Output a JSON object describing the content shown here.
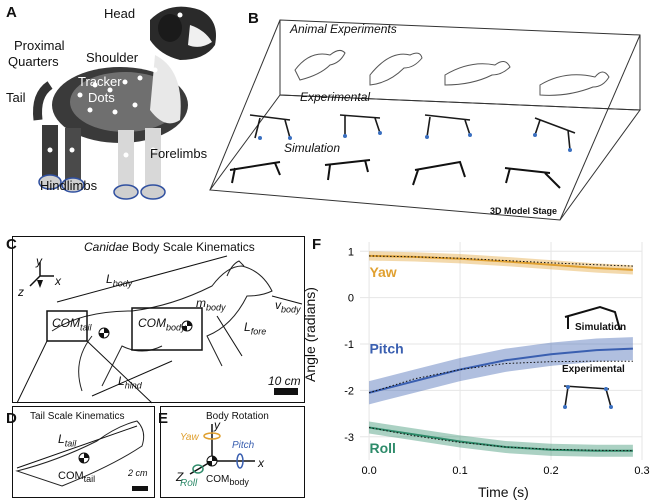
{
  "panel_a": {
    "letter": "A",
    "labels": {
      "head": "Head",
      "proximal": "Proximal",
      "quarters": "Quarters",
      "shoulder": "Shoulder",
      "tracker": "Tracker",
      "dots": "Dots",
      "tail": "Tail",
      "forelimbs": "Forelimbs",
      "hindlimbs": "Hindlimbs"
    }
  },
  "panel_b": {
    "letter": "B",
    "rows": {
      "animal": "Animal Experiments",
      "experimental": "Experimental",
      "simulation": "Simulation"
    },
    "stage": "3D Model Stage"
  },
  "panel_c": {
    "letter": "C",
    "title_italic": "Canidae",
    "title_rest": " Body Scale Kinematics",
    "axes": {
      "y": "y",
      "z": "z",
      "x": "x"
    },
    "l_body": "L",
    "l_body_sub": "body",
    "m_body": "m",
    "m_body_sub": "body",
    "v_body": "v",
    "v_body_sub": "body",
    "com_tail": "COM",
    "com_tail_sub": "tail",
    "com_body": "COM",
    "com_body_sub": "body",
    "l_fore": "L",
    "l_fore_sub": "fore",
    "l_hind": "L",
    "l_hind_sub": "hind",
    "scale": "10 cm"
  },
  "panel_d": {
    "letter": "D",
    "title": "Tail Scale Kinematics",
    "l_tail": "L",
    "l_tail_sub": "tail",
    "com": "COM",
    "com_sub": "tail",
    "scale": "2 cm"
  },
  "panel_e": {
    "letter": "E",
    "title": "Body Rotation",
    "y": "y",
    "x": "x",
    "z": "Z",
    "yaw": "Yaw",
    "pitch": "Pitch",
    "roll": "Roll",
    "com": "COM",
    "com_sub": "body"
  },
  "panel_f": {
    "letter": "F",
    "ylabel": "Angle (radians)",
    "xlabel": "Time (s)",
    "inset_simulation": "Simulation",
    "inset_experimental": "Experimental",
    "colors": {
      "yaw": "#e0a030",
      "pitch": "#3a5fb0",
      "roll": "#2e8b6a"
    }
  },
  "chart_data": {
    "type": "line",
    "title": "",
    "xlabel": "Time (s)",
    "ylabel": "Angle (radians)",
    "xlim": [
      -0.01,
      0.3
    ],
    "ylim": [
      -3.5,
      1.2
    ],
    "xticks": [
      "0.0",
      "0.1",
      "0.2",
      "0.3"
    ],
    "yticks": [
      "1",
      "0",
      "-1",
      "-2",
      "-3"
    ],
    "grid": true,
    "series": [
      {
        "name": "Yaw",
        "color": "#e0a030",
        "x": [
          0,
          0.05,
          0.1,
          0.15,
          0.2,
          0.25,
          0.29
        ],
        "y": [
          0.9,
          0.88,
          0.84,
          0.78,
          0.71,
          0.64,
          0.6
        ],
        "band": 0.1,
        "dotted": [
          0.9,
          0.88,
          0.85,
          0.8,
          0.75,
          0.71,
          0.68
        ]
      },
      {
        "name": "Pitch",
        "color": "#3a5fb0",
        "x": [
          0,
          0.05,
          0.1,
          0.15,
          0.2,
          0.25,
          0.29
        ],
        "y": [
          -2.05,
          -1.8,
          -1.55,
          -1.35,
          -1.22,
          -1.13,
          -1.1
        ],
        "band": 0.25,
        "dotted": [
          -2.05,
          -1.75,
          -1.55,
          -1.42,
          -1.38,
          -1.37,
          -1.37
        ]
      },
      {
        "name": "Roll",
        "color": "#2e8b6a",
        "x": [
          0,
          0.05,
          0.1,
          0.15,
          0.2,
          0.25,
          0.29
        ],
        "y": [
          -2.8,
          -2.95,
          -3.1,
          -3.22,
          -3.28,
          -3.3,
          -3.3
        ],
        "band": 0.13,
        "dotted": [
          -2.8,
          -2.98,
          -3.12,
          -3.22,
          -3.27,
          -3.29,
          -3.3
        ]
      }
    ]
  }
}
